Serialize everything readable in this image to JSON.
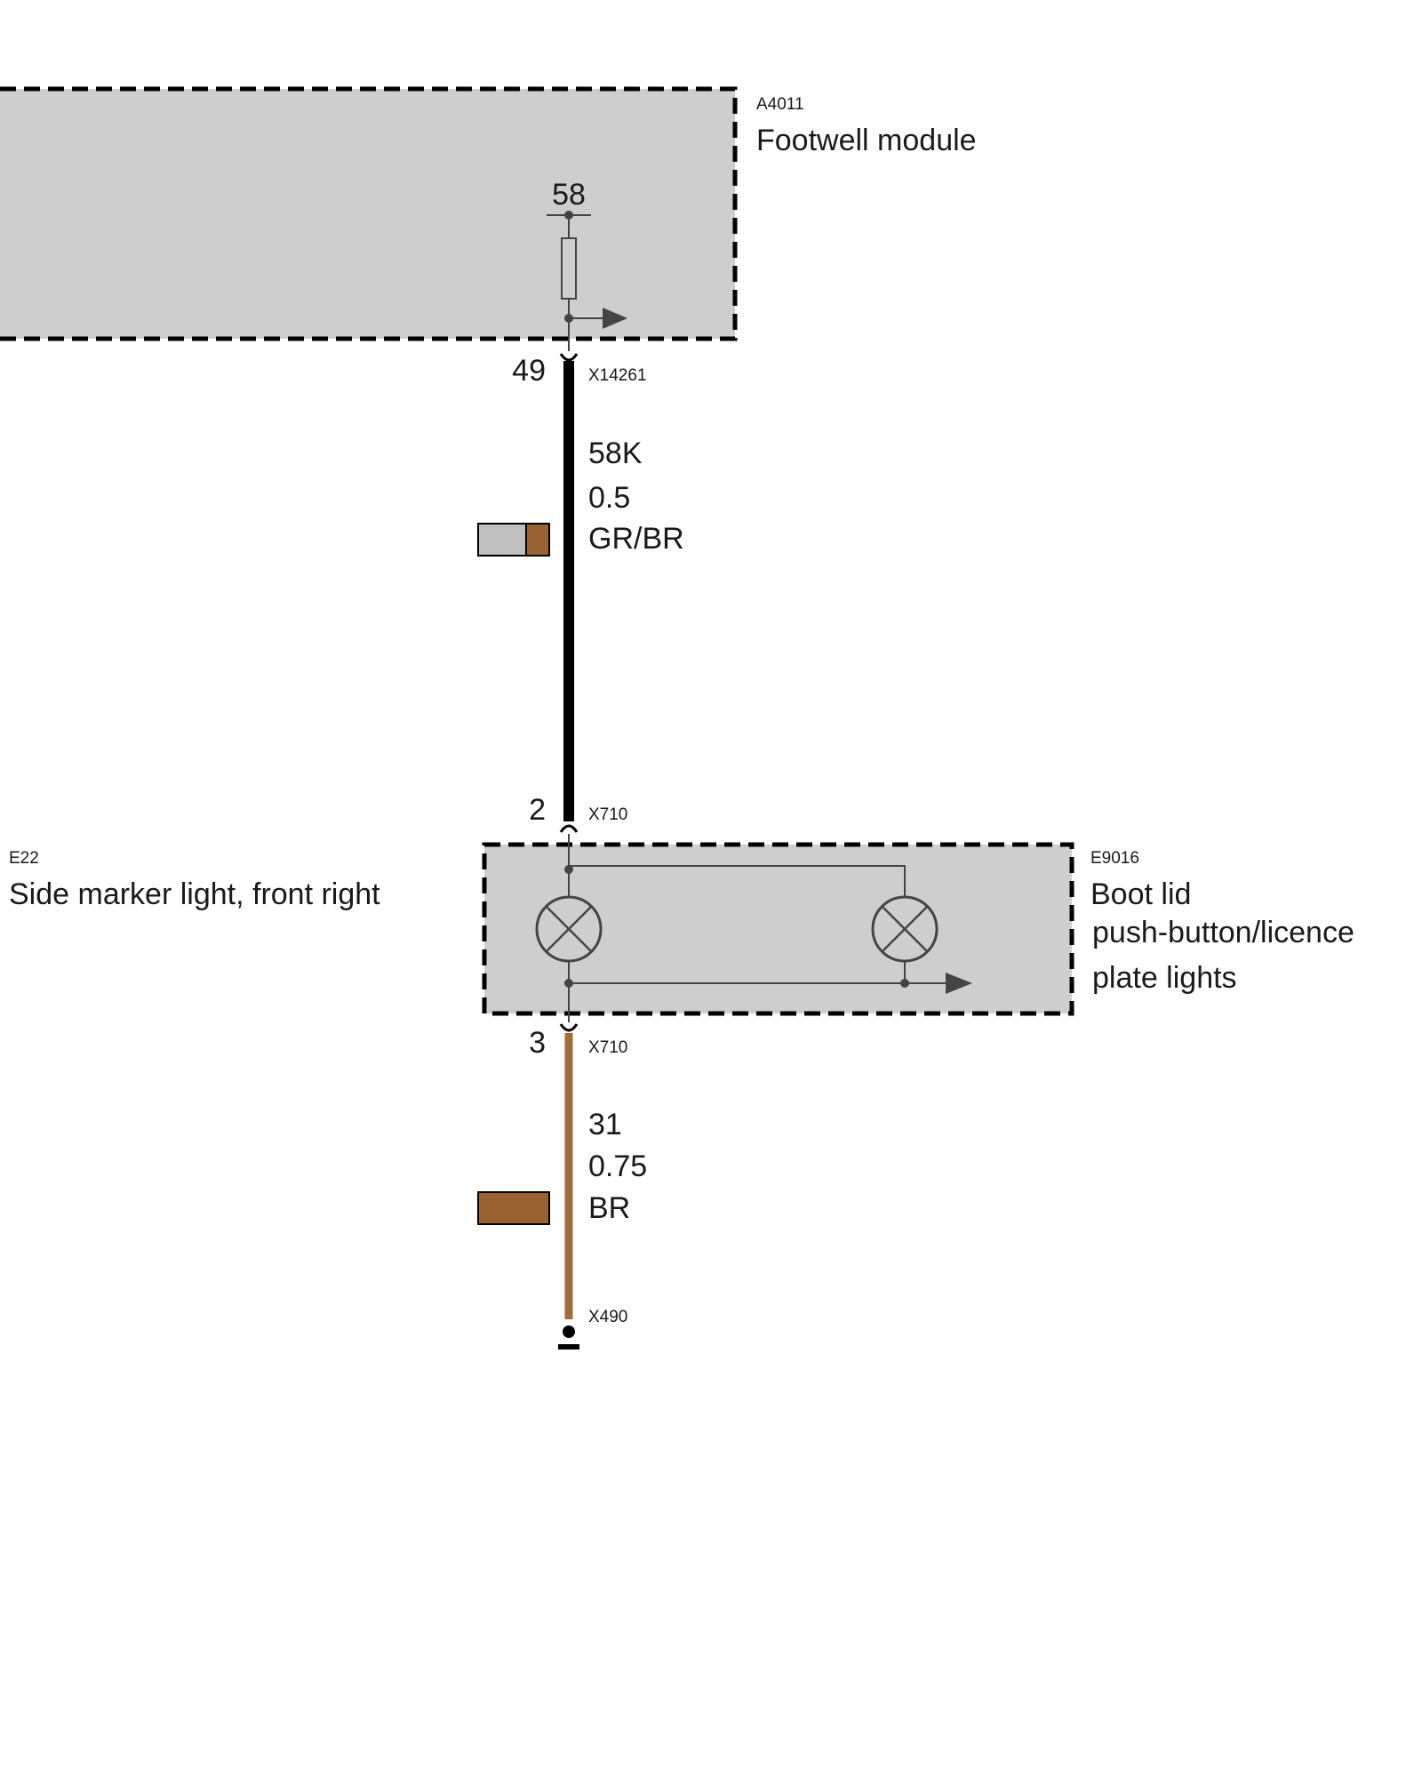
{
  "modules": {
    "footwell": {
      "code": "A4011",
      "name": "Footwell module",
      "pin_internal": "58"
    },
    "boot_lid": {
      "code": "E9016",
      "name_lines": [
        "Boot lid",
        "push-button/licence",
        "plate lights"
      ]
    },
    "side_marker": {
      "code": "E22",
      "name": "Side marker light, front right"
    }
  },
  "connectors": {
    "top": {
      "pin": "49",
      "code": "X14261"
    },
    "mid_top": {
      "pin": "2",
      "code": "X710"
    },
    "mid_bottom": {
      "pin": "3",
      "code": "X710"
    },
    "ground": {
      "code": "X490"
    }
  },
  "wires": {
    "upper": {
      "signal": "58K",
      "gauge": "0.5",
      "color_code": "GR/BR",
      "colors": [
        "#c0c0c0",
        "#9a6230"
      ],
      "stroke": "#000000"
    },
    "lower": {
      "signal": "31",
      "gauge": "0.75",
      "color_code": "BR",
      "colors": [
        "#9a6230"
      ],
      "stroke": "#9e6f3c"
    }
  },
  "style": {
    "module_fill": "#cecece",
    "line_color": "#444444"
  }
}
